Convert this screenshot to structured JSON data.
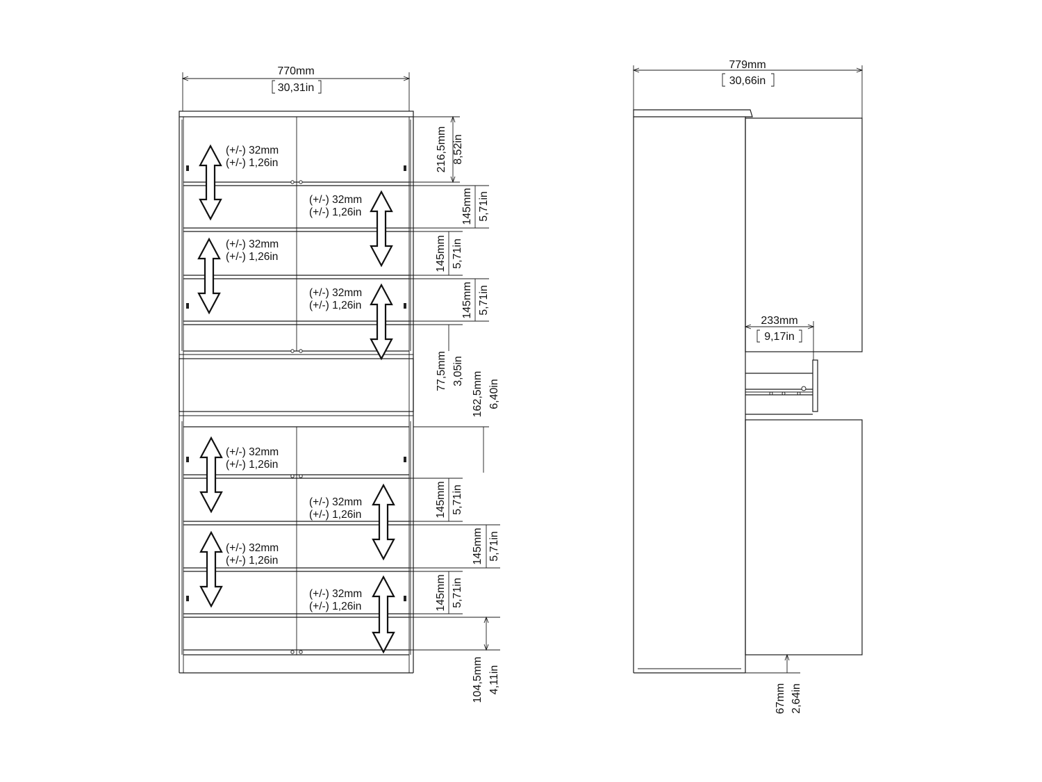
{
  "front_view": {
    "overall_width": {
      "mm": "770mm",
      "in": "30,31in"
    },
    "adjust_labels": [
      {
        "mm": "(+/-) 32mm",
        "in": "(+/-) 1,26in"
      },
      {
        "mm": "(+/-) 32mm",
        "in": "(+/-) 1,26in"
      },
      {
        "mm": "(+/-) 32mm",
        "in": "(+/-) 1,26in"
      },
      {
        "mm": "(+/-) 32mm",
        "in": "(+/-) 1,26in"
      },
      {
        "mm": "(+/-) 32mm",
        "in": "(+/-) 1,26in"
      },
      {
        "mm": "(+/-) 32mm",
        "in": "(+/-) 1,26in"
      },
      {
        "mm": "(+/-) 32mm",
        "in": "(+/-) 1,26in"
      },
      {
        "mm": "(+/-) 32mm",
        "in": "(+/-) 1,26in"
      }
    ],
    "vertical_dims": [
      {
        "mm": "216,5mm",
        "in": "8,52in"
      },
      {
        "mm": "145mm",
        "in": "5,71in"
      },
      {
        "mm": "145mm",
        "in": "5,71in"
      },
      {
        "mm": "145mm",
        "in": "5,71in"
      },
      {
        "mm": "77,5mm",
        "in": "3,05in"
      },
      {
        "mm": "162,5mm",
        "in": "6,40in"
      },
      {
        "mm": "145mm",
        "in": "5,71in"
      },
      {
        "mm": "145mm",
        "in": "5,71in"
      },
      {
        "mm": "145mm",
        "in": "5,71in"
      },
      {
        "mm": "104,5mm",
        "in": "4,11in"
      }
    ]
  },
  "side_view": {
    "overall_depth": {
      "mm": "779mm",
      "in": "30,66in"
    },
    "drawer_extension": {
      "mm": "233mm",
      "in": "9,17in"
    },
    "plinth_height": {
      "mm": "67mm",
      "in": "2,64in"
    }
  }
}
